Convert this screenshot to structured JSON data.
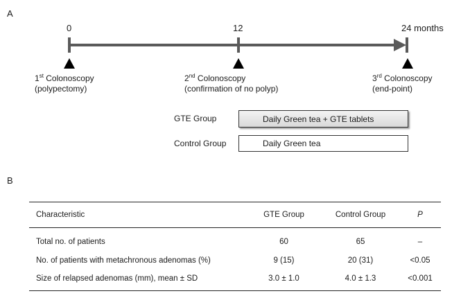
{
  "panel_a": {
    "label": "A",
    "ticks": [
      {
        "value": "0"
      },
      {
        "value": "12"
      },
      {
        "value": "24 months"
      }
    ],
    "events": [
      {
        "ord": "1",
        "sup": "st",
        "name": " Colonoscopy",
        "detail": "(polypectomy)"
      },
      {
        "ord": "2",
        "sup": "nd",
        "name": " Colonoscopy",
        "detail": "(confirmation of no polyp)"
      },
      {
        "ord": "3",
        "sup": "rd",
        "name": " Colonoscopy",
        "detail": "(end-point)"
      }
    ],
    "groups": [
      {
        "label": "GTE Group",
        "treatment": "Daily Green tea + GTE tablets"
      },
      {
        "label": "Control Group",
        "treatment": "Daily Green tea"
      }
    ]
  },
  "panel_b": {
    "label": "B",
    "headers": [
      "Characteristic",
      "GTE Group",
      "Control Group",
      "P"
    ],
    "rows": [
      [
        "Total no. of patients",
        "60",
        "65",
        "–"
      ],
      [
        "No. of patients with metachronous adenomas (%)",
        "9 (15)",
        "20 (31)",
        "<0.05"
      ],
      [
        "Size of relapsed adenomas (mm), mean ± SD",
        "3.0 ± 1.0",
        "4.0 ± 1.3",
        "<0.001"
      ]
    ]
  },
  "colors": {
    "timeline": "#5a5a5a",
    "marker": "#000000",
    "gte_box_fill": "#e6e6e6"
  }
}
